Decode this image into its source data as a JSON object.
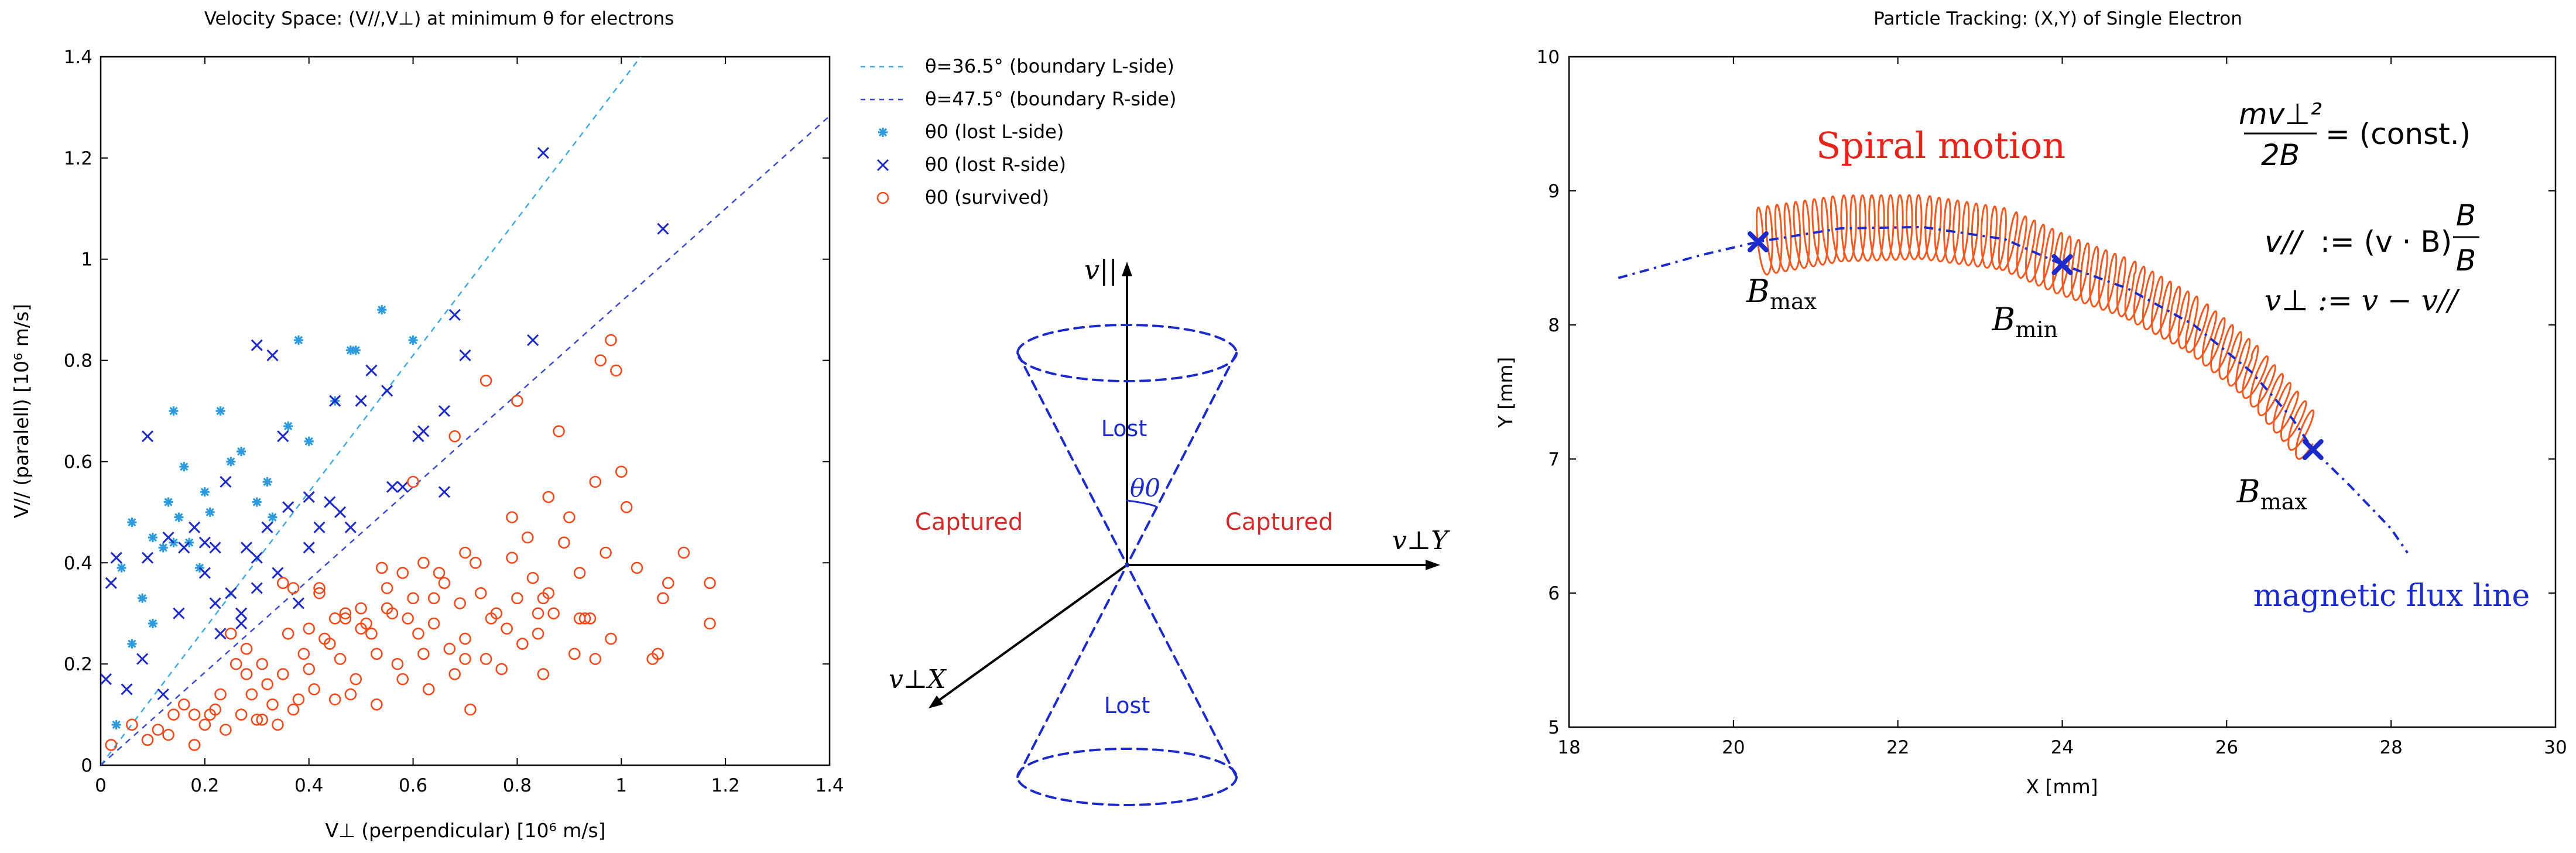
{
  "figure": {
    "background": "#ffffff"
  },
  "chart_data": [
    {
      "type": "scatter",
      "title": "Velocity Space: (V//,V⊥) at minimum θ for electrons",
      "xlabel": "V⊥ (perpendicular) [10⁶ m/s]",
      "ylabel": "V// (paralell) [10⁶ m/s]",
      "xlim": [
        0,
        1.4
      ],
      "ylim": [
        0,
        1.4
      ],
      "xticks": [
        "0",
        "0.2",
        "0.4",
        "0.6",
        "0.8",
        "1",
        "1.2",
        "1.4"
      ],
      "yticks": [
        "0",
        "0.2",
        "0.4",
        "0.6",
        "0.8",
        "1",
        "1.2",
        "1.4"
      ],
      "grid": false,
      "legend_position": "top-right",
      "lines": [
        {
          "name": "θ=36.5° (boundary L-side)",
          "color": "#41a8e6",
          "style": "dashed",
          "x": [
            0,
            1.4
          ],
          "y": [
            0,
            1.89
          ]
        },
        {
          "name": "θ=47.5° (boundary R-side)",
          "color": "#3a4bcc",
          "style": "dashed",
          "x": [
            0,
            1.4
          ],
          "y": [
            0,
            1.283
          ]
        }
      ],
      "series": [
        {
          "name": "θ0 (lost L-side)",
          "marker": "star",
          "color": "#2e9bde",
          "x": [
            0.03,
            0.1,
            0.06,
            0.08,
            0.04,
            0.12,
            0.14,
            0.15,
            0.17,
            0.19,
            0.13,
            0.2,
            0.21,
            0.16,
            0.06,
            0.1,
            0.23,
            0.14,
            0.25,
            0.3,
            0.32,
            0.27,
            0.36,
            0.4,
            0.45,
            0.48,
            0.54,
            0.6,
            0.38,
            0.33,
            0.49
          ],
          "y": [
            0.08,
            0.28,
            0.24,
            0.33,
            0.39,
            0.43,
            0.44,
            0.49,
            0.44,
            0.39,
            0.52,
            0.54,
            0.5,
            0.59,
            0.48,
            0.45,
            0.7,
            0.7,
            0.6,
            0.52,
            0.56,
            0.62,
            0.67,
            0.64,
            0.72,
            0.82,
            0.9,
            0.84,
            0.84,
            0.49,
            0.82
          ]
        },
        {
          "name": "θ0 (lost R-side)",
          "marker": "x",
          "color": "#1c28c8",
          "x": [
            0.01,
            0.02,
            0.05,
            0.08,
            0.12,
            0.15,
            0.09,
            0.03,
            0.18,
            0.2,
            0.22,
            0.16,
            0.24,
            0.28,
            0.3,
            0.32,
            0.34,
            0.36,
            0.4,
            0.42,
            0.46,
            0.5,
            0.55,
            0.58,
            0.62,
            0.66,
            0.7,
            0.68,
            0.3,
            0.33,
            0.45,
            0.52,
            0.23,
            0.27,
            0.35,
            0.4,
            0.48,
            0.56,
            0.61,
            0.66,
            0.83,
            0.85,
            1.08,
            0.13,
            0.09,
            0.2,
            0.25,
            0.3,
            0.38,
            0.44,
            0.27,
            0.22
          ],
          "y": [
            0.17,
            0.36,
            0.15,
            0.21,
            0.14,
            0.3,
            0.41,
            0.41,
            0.47,
            0.44,
            0.43,
            0.43,
            0.56,
            0.43,
            0.41,
            0.47,
            0.38,
            0.51,
            0.53,
            0.47,
            0.5,
            0.72,
            0.74,
            0.55,
            0.66,
            0.7,
            0.81,
            0.89,
            0.83,
            0.81,
            0.72,
            0.78,
            0.26,
            0.28,
            0.65,
            0.43,
            0.47,
            0.55,
            0.65,
            0.54,
            0.84,
            1.21,
            1.06,
            0.45,
            0.65,
            0.38,
            0.34,
            0.35,
            0.32,
            0.52,
            0.3,
            0.32
          ]
        },
        {
          "name": "θ0 (survived)",
          "marker": "circle",
          "color": "#f24a1c",
          "x": [
            0.02,
            0.06,
            0.09,
            0.11,
            0.13,
            0.14,
            0.16,
            0.18,
            0.2,
            0.22,
            0.24,
            0.27,
            0.29,
            0.31,
            0.33,
            0.35,
            0.37,
            0.39,
            0.41,
            0.43,
            0.45,
            0.47,
            0.49,
            0.51,
            0.53,
            0.55,
            0.57,
            0.59,
            0.61,
            0.63,
            0.65,
            0.67,
            0.69,
            0.71,
            0.73,
            0.75,
            0.77,
            0.79,
            0.81,
            0.83,
            0.85,
            0.87,
            0.89,
            0.91,
            0.93,
            0.95,
            0.97,
            0.99,
            1.01,
            1.03,
            1.06,
            1.08,
            1.12,
            1.17,
            0.23,
            0.26,
            0.28,
            0.3,
            0.32,
            0.34,
            0.36,
            0.38,
            0.4,
            0.42,
            0.44,
            0.46,
            0.48,
            0.5,
            0.52,
            0.54,
            0.56,
            0.58,
            0.6,
            0.62,
            0.64,
            0.66,
            0.68,
            0.7,
            0.72,
            0.74,
            0.76,
            0.78,
            0.8,
            0.82,
            0.84,
            0.86,
            0.88,
            0.9,
            0.92,
            0.94,
            0.96,
            0.98,
            1.0,
            1.07,
            1.09,
            1.17,
            0.42,
            0.5,
            0.55,
            0.62,
            0.68,
            0.74,
            0.8,
            0.86,
            0.92,
            0.98,
            0.35,
            0.45,
            0.6,
            0.7,
            0.85,
            0.95,
            0.21,
            0.18,
            0.25,
            0.28,
            0.31,
            0.37,
            0.4,
            0.47,
            0.53,
            0.58,
            0.64,
            0.7,
            0.79,
            0.84
          ],
          "y": [
            0.04,
            0.08,
            0.05,
            0.07,
            0.06,
            0.1,
            0.12,
            0.04,
            0.08,
            0.11,
            0.07,
            0.1,
            0.14,
            0.09,
            0.12,
            0.18,
            0.11,
            0.22,
            0.15,
            0.25,
            0.13,
            0.3,
            0.17,
            0.28,
            0.12,
            0.35,
            0.2,
            0.29,
            0.26,
            0.15,
            0.38,
            0.23,
            0.32,
            0.11,
            0.34,
            0.29,
            0.19,
            0.41,
            0.24,
            0.37,
            0.18,
            0.3,
            0.44,
            0.22,
            0.29,
            0.56,
            0.42,
            0.78,
            0.51,
            0.39,
            0.21,
            0.33,
            0.42,
            0.28,
            0.14,
            0.2,
            0.18,
            0.09,
            0.16,
            0.08,
            0.26,
            0.13,
            0.19,
            0.34,
            0.24,
            0.21,
            0.14,
            0.31,
            0.26,
            0.39,
            0.3,
            0.17,
            0.33,
            0.22,
            0.28,
            0.36,
            0.18,
            0.25,
            0.4,
            0.21,
            0.3,
            0.27,
            0.33,
            0.45,
            0.26,
            0.34,
            0.66,
            0.49,
            0.38,
            0.29,
            0.8,
            0.84,
            0.58,
            0.22,
            0.36,
            0.36,
            0.35,
            0.27,
            0.31,
            0.4,
            0.65,
            0.76,
            0.72,
            0.53,
            0.29,
            0.25,
            0.36,
            0.29,
            0.56,
            0.21,
            0.33,
            0.21,
            0.1,
            0.1,
            0.26,
            0.23,
            0.2,
            0.35,
            0.27,
            0.29,
            0.22,
            0.38,
            0.33,
            0.42,
            0.49,
            0.3
          ]
        }
      ]
    },
    {
      "type": "diagram",
      "axes": {
        "v_par": "v||",
        "v_perp_y": "v⊥Y",
        "v_perp_x": "v⊥X"
      },
      "labels": {
        "lost_top": "Lost",
        "lost_bottom": "Lost",
        "captured_left": "Captured",
        "captured_right": "Captured",
        "angle": "θ0"
      },
      "colors": {
        "cone": "#1c2acc",
        "captured": "#d42a2a",
        "axis": "#000000"
      }
    },
    {
      "type": "line",
      "title": "Particle Tracking: (X,Y) of Single Electron",
      "xlabel": "X [mm]",
      "ylabel": "Y [mm]",
      "xlim": [
        18,
        30
      ],
      "ylim": [
        5,
        10
      ],
      "xticks": [
        "18",
        "20",
        "22",
        "24",
        "26",
        "28",
        "30"
      ],
      "yticks": [
        "5",
        "6",
        "7",
        "8",
        "9",
        "10"
      ],
      "grid": false,
      "series": [
        {
          "role": "field-line",
          "color": "#1c2acc",
          "style": "dash-dot",
          "x": [
            18.6,
            19.6,
            20.3,
            21.3,
            22.3,
            23.3,
            24.0,
            24.8,
            25.6,
            26.3,
            26.8,
            27.05,
            27.5,
            28.0,
            28.2
          ],
          "y": [
            8.35,
            8.52,
            8.62,
            8.72,
            8.73,
            8.64,
            8.45,
            8.27,
            8.0,
            7.65,
            7.3,
            7.07,
            6.8,
            6.48,
            6.3
          ]
        },
        {
          "role": "spiral-orbit",
          "color": "#f25a22",
          "loops": 62,
          "x": [
            20.3,
            21.3,
            22.3,
            23.3,
            24.0,
            24.8,
            25.6,
            26.3,
            26.8,
            27.0
          ],
          "y": [
            8.62,
            8.72,
            8.73,
            8.64,
            8.45,
            8.27,
            8.0,
            7.65,
            7.3,
            7.15
          ]
        }
      ],
      "markers": [
        {
          "x": 20.3,
          "y": 8.62,
          "label": "B",
          "sub": "max"
        },
        {
          "x": 24.0,
          "y": 8.45,
          "label": "B",
          "sub": "min"
        },
        {
          "x": 27.05,
          "y": 7.07,
          "label": "B",
          "sub": "max"
        }
      ],
      "annotations": {
        "spiral": "Spiral motion",
        "flux": "magnetic flux line",
        "eq1_num": "mv⊥²",
        "eq1_den": "2B",
        "eq1_rhs": "= (const.)",
        "eq2_lhs": "v//",
        "eq2_mid": ":= (v · B)",
        "eq2_num": "B",
        "eq2_den": "B",
        "eq3": "v⊥ := v − v//"
      },
      "colors": {
        "spiral_text": "#e6241a",
        "flux_text": "#1c2acc",
        "marker": "#1c2acc"
      }
    }
  ]
}
